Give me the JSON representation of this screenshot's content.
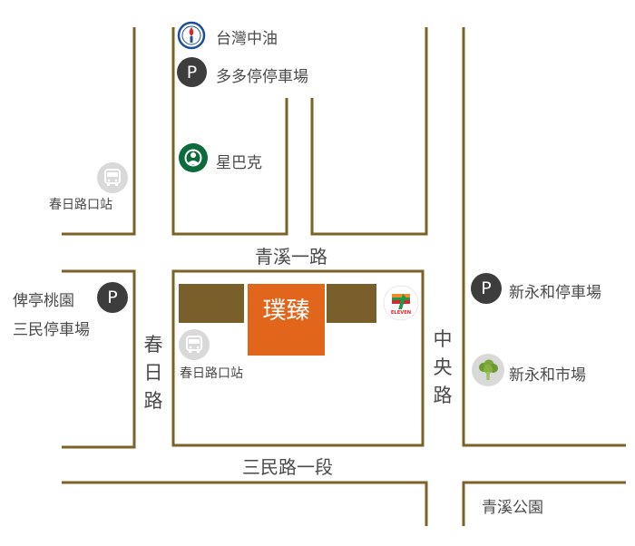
{
  "colors": {
    "street": "#7b6227",
    "building": "#7b5f2a",
    "venue": "#e1661c",
    "parking_badge": "#3d3d3d",
    "icon_bg": "#d9d9d9",
    "text": "#4a4a4a"
  },
  "roads": {
    "qingxi_1st": "青溪一路",
    "sanmin_sec1": "三民路一段",
    "chunri_chars": [
      "春",
      "日",
      "路"
    ],
    "zhongyang_chars": [
      "中",
      "央",
      "路"
    ]
  },
  "venue": {
    "name": "璞臻"
  },
  "pois": {
    "gas_station": {
      "label": "台灣中油",
      "icon": "cpc-logo-icon"
    },
    "parking_duoduo": {
      "label": "多多停停車場",
      "badge": "P"
    },
    "starbucks": {
      "label": "星巴克",
      "icon": "starbucks-logo-icon"
    },
    "bus_stop_outer": {
      "label": "春日路口站",
      "icon": "bus-icon"
    },
    "bus_stop_inner": {
      "label": "春日路口站",
      "icon": "bus-icon"
    },
    "parking_beiting": {
      "label_line1": "俾亭桃園",
      "label_line2": "三民停車場",
      "badge": "P"
    },
    "parking_xinyonghe": {
      "label": "新永和停車場",
      "badge": "P"
    },
    "market": {
      "label": "新永和市場",
      "icon": "broccoli-icon"
    },
    "seven_eleven": {
      "brand_text": "ELEVEN",
      "icon": "seven-eleven-logo-icon"
    },
    "park": {
      "label": "青溪公園"
    }
  }
}
